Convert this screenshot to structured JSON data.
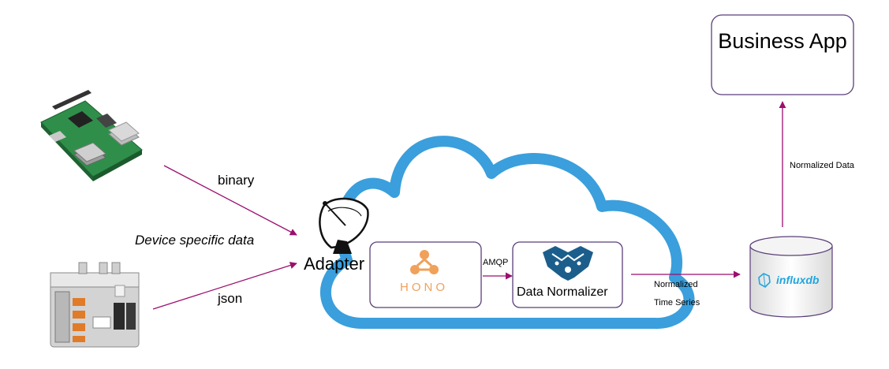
{
  "edges": {
    "binary": "binary",
    "device_specific": "Device specific data",
    "json": "json",
    "amqp": "AMQP",
    "normalized_time_series_line1": "Normalized",
    "normalized_time_series_line2": "Time Series",
    "normalized_data": "Normalized Data"
  },
  "nodes": {
    "adapter": "Adapter",
    "hono": "HONO",
    "data_normalizer": "Data Normalizer",
    "influxdb": "influxdb",
    "business_app": "Business App"
  },
  "colors": {
    "cloud": "#3a9fdc",
    "arrow": "#9c0f6e",
    "box_border": "#5b3f7a",
    "hono": "#f0a15a",
    "normalizer": "#1b5e8c",
    "influx": "#22a6dd"
  }
}
